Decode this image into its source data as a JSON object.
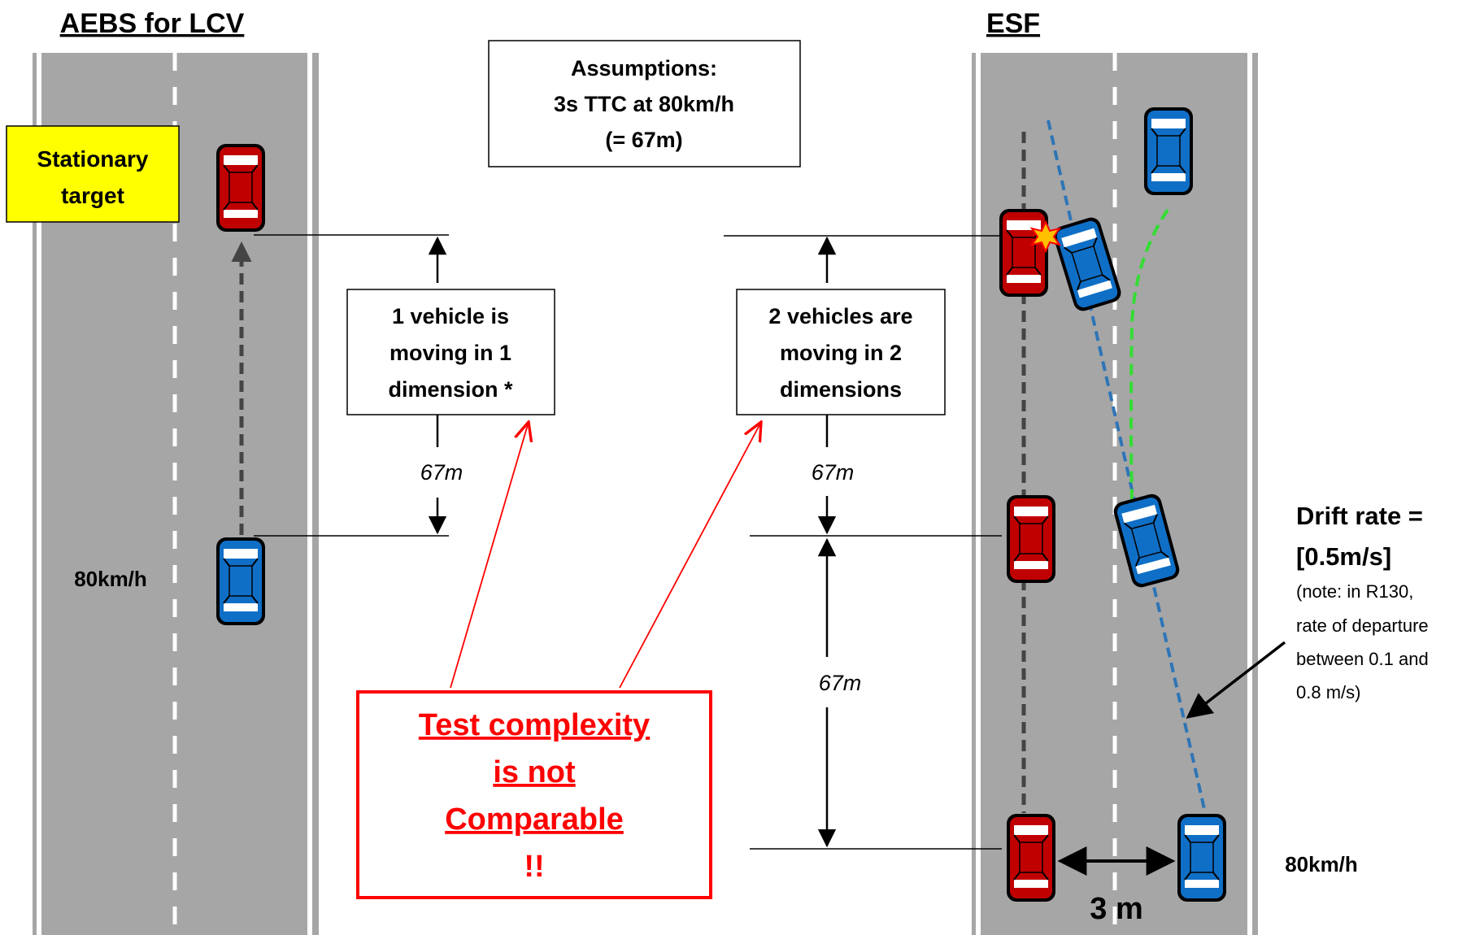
{
  "left_panel": {
    "title": "AEBS for LCV",
    "target_label": [
      "Stationary",
      "target"
    ],
    "speed": "80km/h",
    "distance": "67m",
    "description": [
      "1 vehicle is",
      "moving in 1",
      "dimension *"
    ]
  },
  "right_panel": {
    "title": "ESF",
    "description": [
      "2 vehicles are",
      "moving in 2",
      "dimensions"
    ],
    "distance_top": "67m",
    "distance_bottom": "67m",
    "speed": "80km/h",
    "lateral_gap": "3 m",
    "drift": {
      "title": [
        "Drift rate =",
        "[0.5m/s]"
      ],
      "note": [
        "(note: in R130,",
        "rate of departure",
        "between 0.1 and",
        "0.8 m/s)"
      ]
    }
  },
  "assumptions": [
    "Assumptions:",
    "3s TTC at 80km/h",
    "(= 67m)"
  ],
  "conclusion": [
    "Test complexity",
    "is not",
    "Comparable",
    "!!"
  ],
  "colors": {
    "road": "#a6a6a6",
    "red_car": "#c00000",
    "blue_car": "#0f6fc6",
    "alert": "#ff0000",
    "highlight": "#ffff00",
    "green_path": "#33dd33",
    "blue_path": "#2e75b6"
  },
  "icons": [
    "red-car-icon",
    "blue-car-icon",
    "collision-icon",
    "arrow-icon"
  ]
}
